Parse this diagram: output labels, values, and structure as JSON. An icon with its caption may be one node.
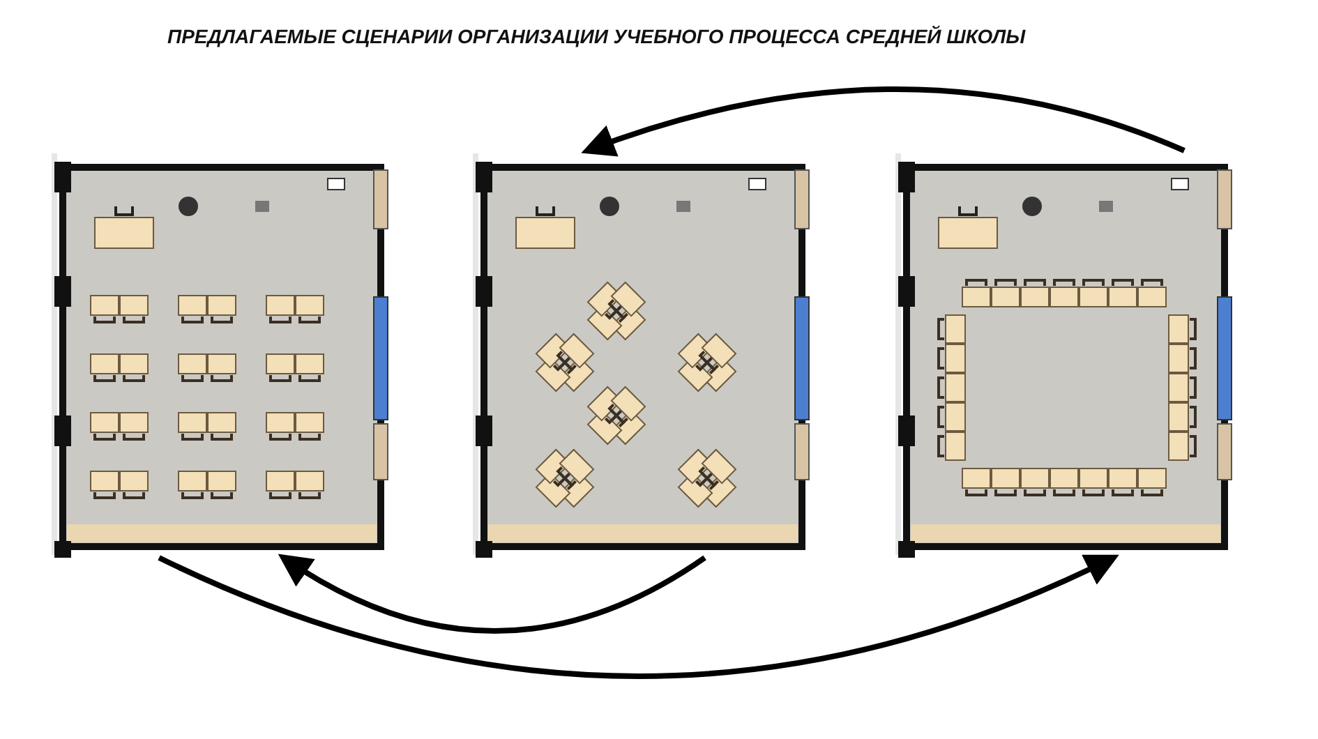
{
  "diagram": {
    "title": "ПРЕДЛАГАЕМЫЕ СЦЕНАРИИ ОРГАНИЗАЦИИ УЧЕБНОГО ПРОЦЕССА СРЕДНЕЙ ШКОЛЫ",
    "nodes": [
      {
        "text": [],
        "shape": "picture"
      },
      {
        "text": [],
        "shape": "picture"
      },
      {
        "text": [],
        "shape": "picture"
      }
    ],
    "edges": [
      {
        "from": 2,
        "to": 1,
        "arrow": "to"
      },
      {
        "from": 1,
        "to": 0,
        "arrow": "to"
      },
      {
        "from": 0,
        "to": 2,
        "arrow": "to"
      }
    ]
  }
}
